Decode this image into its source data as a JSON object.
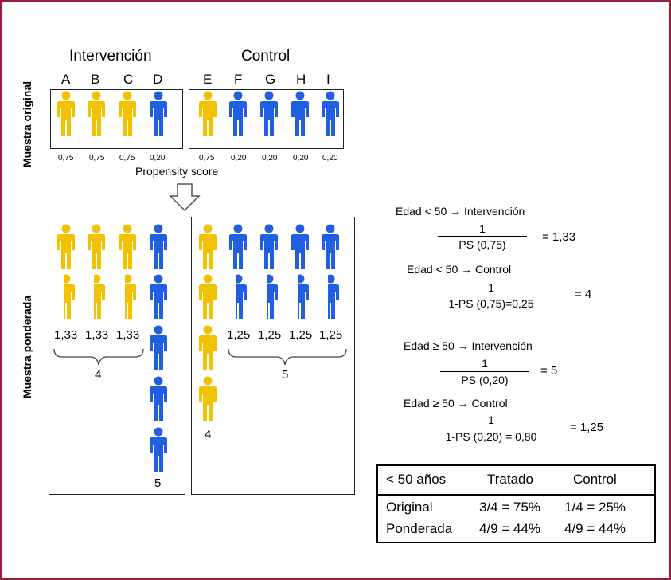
{
  "colors": {
    "frame": "#9b1b3a",
    "treated": "#f2c200",
    "control": "#1f5fe0"
  },
  "headers": {
    "intervention": "Intervención",
    "control": "Control"
  },
  "letters": [
    "A",
    "B",
    "C",
    "D",
    "E",
    "F",
    "G",
    "H",
    "I"
  ],
  "figure_colors_original": [
    "yellow",
    "yellow",
    "yellow",
    "blue",
    "yellow",
    "blue",
    "blue",
    "blue",
    "blue"
  ],
  "ps_values": [
    "0,75",
    "0,75",
    "0,75",
    "0,20",
    "0,75",
    "0,20",
    "0,20",
    "0,20",
    "0,20"
  ],
  "ps_label": "Propensity score",
  "row_labels": {
    "original": "Muestra original",
    "weighted": "Muestra ponderada"
  },
  "weights": {
    "intervention_yellow": [
      "1,33",
      "1,33",
      "1,33"
    ],
    "intervention_group_total": "4",
    "intervention_blue_total": "5",
    "control_blue": [
      "1,25",
      "1,25",
      "1,25",
      "1,25"
    ],
    "control_group_total": "5",
    "control_yellow_total": "4"
  },
  "equations": [
    {
      "title": "Edad < 50  → Intervención",
      "num": "1",
      "den": "PS (0,75)",
      "result": "= 1,33"
    },
    {
      "title": "Edad < 50 → Control",
      "num": "1",
      "den": "1-PS (0,75)=0,25",
      "result": "= 4"
    },
    {
      "title": "Edad ≥ 50 →  Intervención",
      "num": "1",
      "den": "PS (0,20)",
      "result": "= 5"
    },
    {
      "title": "Edad ≥ 50 → Control",
      "num": "1",
      "den": "1-PS (0,20) = 0,80",
      "result": "= 1,25"
    }
  ],
  "table": {
    "headers": [
      "< 50 años",
      "Tratado",
      "Control"
    ],
    "rows": [
      [
        "Original",
        "3/4 = 75%",
        "1/4 = 25%"
      ],
      [
        "Ponderada",
        "4/9 = 44%",
        "4/9 = 44%"
      ]
    ]
  }
}
